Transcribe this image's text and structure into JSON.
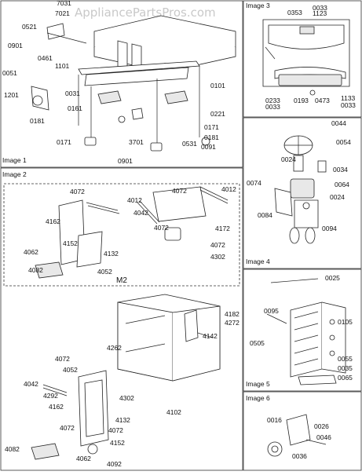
{
  "watermark": "AppliancePartsPros.com",
  "panels": {
    "image1": "Image 1",
    "image2": "Image 2",
    "image3": "Image 3",
    "image4": "Image 4",
    "image5": "Image 5",
    "image6": "Image 6",
    "m2": "M2"
  },
  "part_labels": {
    "image1": [
      "7031",
      "7021",
      "0521",
      "0901",
      "0461",
      "1101",
      "0051",
      "1201",
      "0031",
      "0101",
      "0221",
      "0161",
      "0181",
      "0171",
      "0171",
      "0181",
      "0091",
      "3701",
      "0531",
      "0901"
    ],
    "image2": [
      "4072",
      "4012",
      "4162",
      "4152",
      "4062",
      "4082",
      "4132",
      "4052",
      "4072",
      "4012",
      "4042",
      "4072",
      "4172",
      "4072",
      "4302"
    ],
    "image2_lower": [
      "4182",
      "4272",
      "4142",
      "4262",
      "4072",
      "4052",
      "4042",
      "4292",
      "4162",
      "4302",
      "4132",
      "4072",
      "4102",
      "4072",
      "4082",
      "4062",
      "4152",
      "4092"
    ],
    "image3": [
      "0353",
      "0033",
      "1123",
      "0233",
      "0033",
      "0193",
      "0473",
      "1133",
      "0033"
    ],
    "image4": [
      "0044",
      "0054",
      "0024",
      "0034",
      "0074",
      "0064",
      "0024",
      "0084",
      "0094"
    ],
    "image5": [
      "0025",
      "0095",
      "0105",
      "0505",
      "0055",
      "0035",
      "0065"
    ],
    "image6": [
      "0016",
      "0026",
      "0046",
      "0036"
    ]
  }
}
